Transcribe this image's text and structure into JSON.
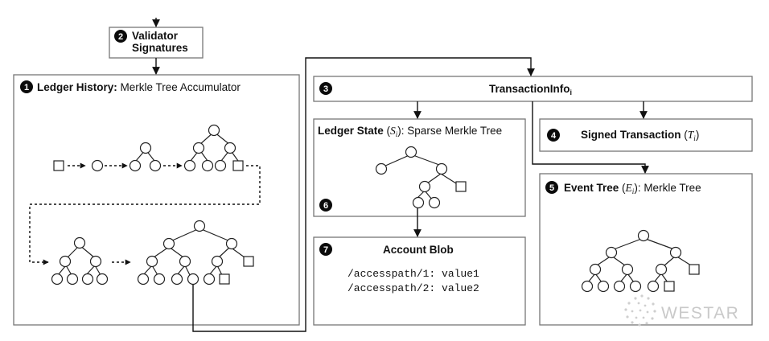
{
  "validator": {
    "number": "2",
    "line1": "Validator",
    "line2": "Signatures"
  },
  "ledger_history": {
    "number": "1",
    "title_bold": "Ledger History:",
    "title_rest": " Merkle Tree Accumulator"
  },
  "transaction_info": {
    "number": "3",
    "title": "TransactionInfo",
    "subscript": "i"
  },
  "ledger_state": {
    "title_bold": "Ledger State",
    "symbol": "S",
    "symbol_sub": "i",
    "title_rest": ": Sparse Merkle Tree",
    "number": "6"
  },
  "signed_transaction": {
    "number": "4",
    "title_bold": "Signed Transaction",
    "symbol": "T",
    "symbol_sub": "i"
  },
  "event_tree": {
    "number": "5",
    "title_bold": "Event Tree",
    "symbol": "E",
    "symbol_sub": "i",
    "title_rest": ": Merkle Tree"
  },
  "account_blob": {
    "number": "7",
    "title": "Account Blob",
    "entries": [
      "/accesspath/1: value1",
      "/accesspath/2: value2"
    ]
  },
  "watermark": {
    "text": "WESTAR"
  }
}
